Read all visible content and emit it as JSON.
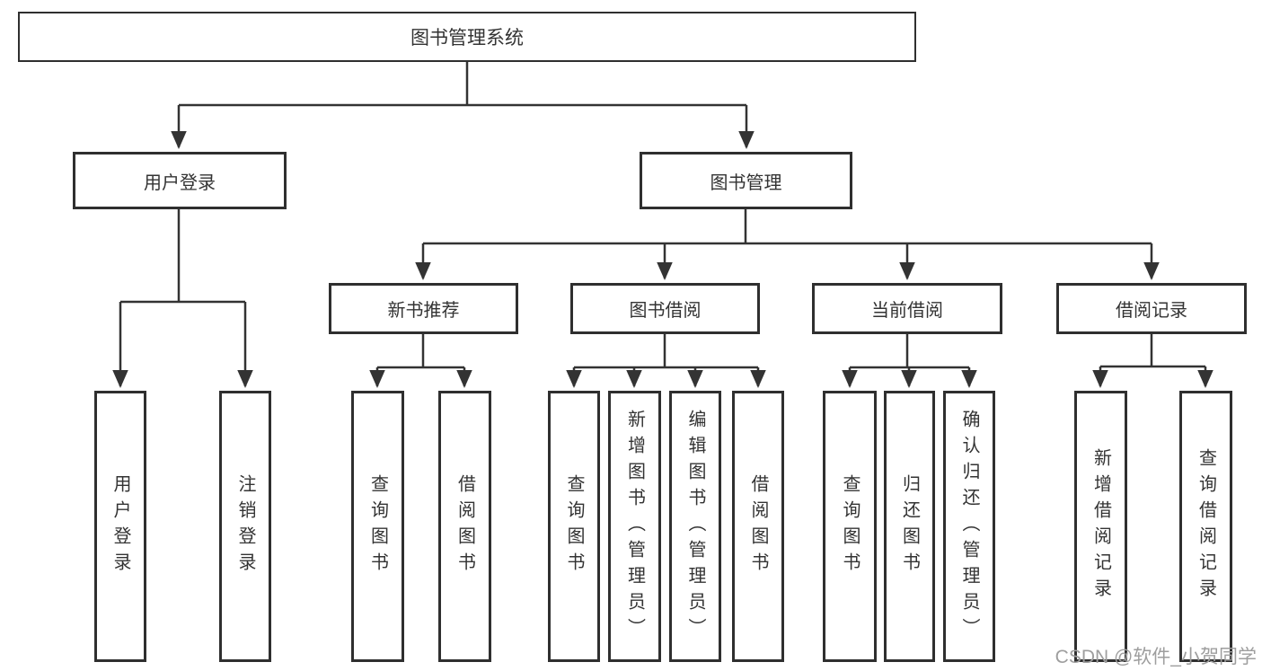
{
  "diagram": {
    "root": "图书管理系统",
    "branches": {
      "user_login": "用户登录",
      "book_management": "图书管理"
    },
    "modules": {
      "new_book_recommend": "新书推荐",
      "book_borrow": "图书借阅",
      "current_borrow": "当前借阅",
      "borrow_record": "借阅记录"
    },
    "leaves": {
      "user_login_leaf": "用户登录",
      "logout": "注销登录",
      "recommend_query_book": "查询图书",
      "recommend_borrow_book": "借阅图书",
      "borrow_query_book": "查询图书",
      "borrow_add_book": "新增图书（管理员）",
      "borrow_edit_book": "编辑图书（管理员）",
      "borrow_borrow_book": "借阅图书",
      "current_query_book": "查询图书",
      "current_return_book": "归还图书",
      "current_confirm_return": "确认归还（管理员）",
      "record_add": "新增借阅记录",
      "record_query": "查询借阅记录"
    }
  },
  "watermark": "CSDN @软件_小贺同学",
  "colors": {
    "line": "#333333",
    "border": "#2f2f2f",
    "text": "#333333",
    "watermark": "#9e9e9e",
    "background": "#ffffff"
  }
}
